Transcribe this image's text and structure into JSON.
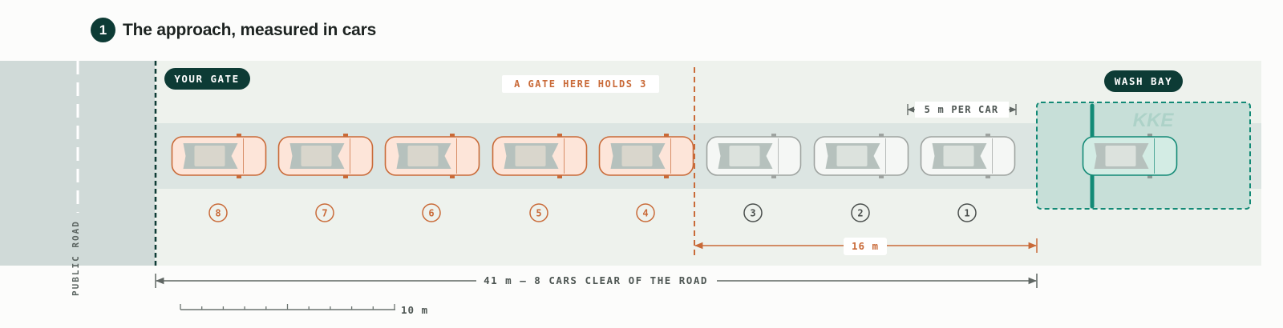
{
  "header": {
    "step_number": "1",
    "title": "The approach, measured in cars"
  },
  "labels": {
    "your_gate": "YOUR GATE",
    "gate_here": "A GATE HERE HOLDS 3",
    "wash_bay": "WASH BAY",
    "per_car": "5 m PER CAR",
    "public_road": "PUBLIC ROAD",
    "gap_distance": "16 m",
    "total_distance": "41 m — 8 CARS CLEAR OF THE ROAD",
    "scale": "10 m",
    "logo": "KKE"
  },
  "queue": {
    "cars_held_by_gate_here": 3,
    "cars_clear_of_road": 8,
    "car_numbers_overflow": [
      "8",
      "7",
      "6",
      "5",
      "4"
    ],
    "car_numbers_held": [
      "3",
      "2",
      "1"
    ]
  },
  "colors": {
    "dark_green": "#0d3b35",
    "orange": "#c96a38",
    "orange_fill": "#fde5d9",
    "grey_car": "#9ea3a0",
    "teal": "#138a76",
    "road": "#d0dad8",
    "area": "#eef2ed",
    "lane": "#dce5e2"
  }
}
